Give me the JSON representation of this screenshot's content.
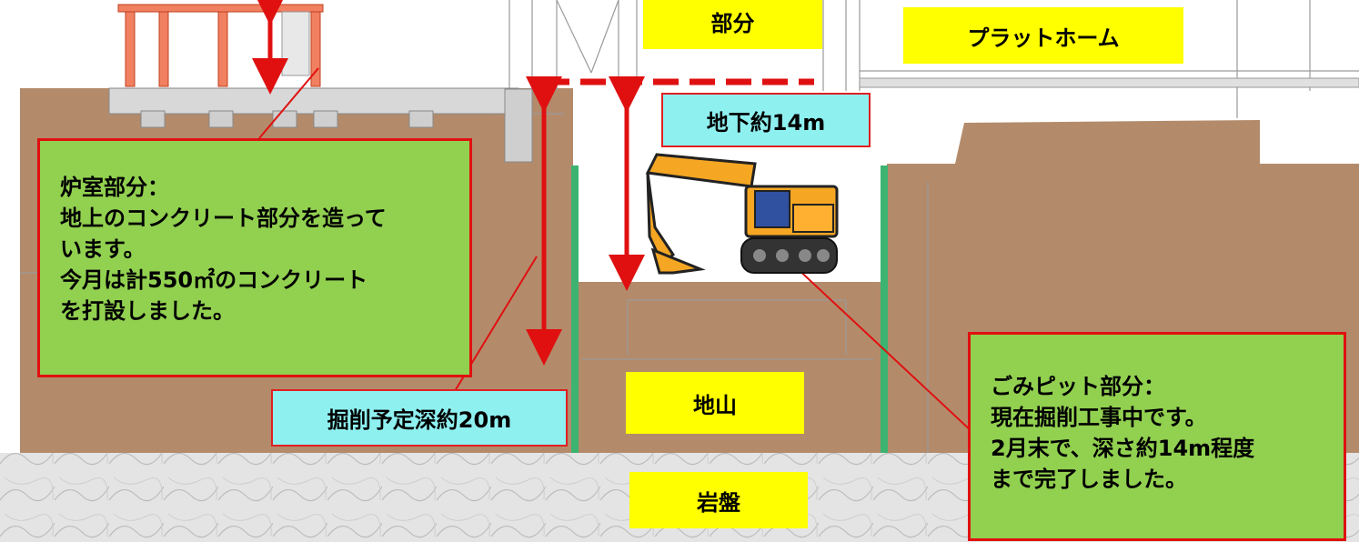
{
  "labels": {
    "top_section": "部分",
    "platform": "プラットホーム",
    "underground_depth": "地下約14m",
    "planned_excavation": "掘削予定深約20m",
    "ground": "地山",
    "bedrock": "岩盤"
  },
  "furnace_callout": {
    "lines": [
      "炉室部分：",
      "地上のコンクリート部分を造って",
      "います。",
      "今月は計550㎡のコンクリート",
      "を打設しました。"
    ]
  },
  "pit_callout": {
    "lines": [
      "ごみピット部分：",
      "現在掘削工事中です。",
      "2月末で、深さ約14m程度",
      "まで完了しました。"
    ]
  },
  "colors": {
    "soil": "#b38b6b",
    "callout_fill": "#92d050",
    "callout_border": "#e01010",
    "label_yellow": "#ffff00",
    "label_cyan": "#8ff0f0",
    "arrow_red": "#e01010",
    "retaining_wall": "#3cb371",
    "bedrock": "#dcdcdc"
  },
  "icons": {
    "excavator": "excavator-icon"
  }
}
